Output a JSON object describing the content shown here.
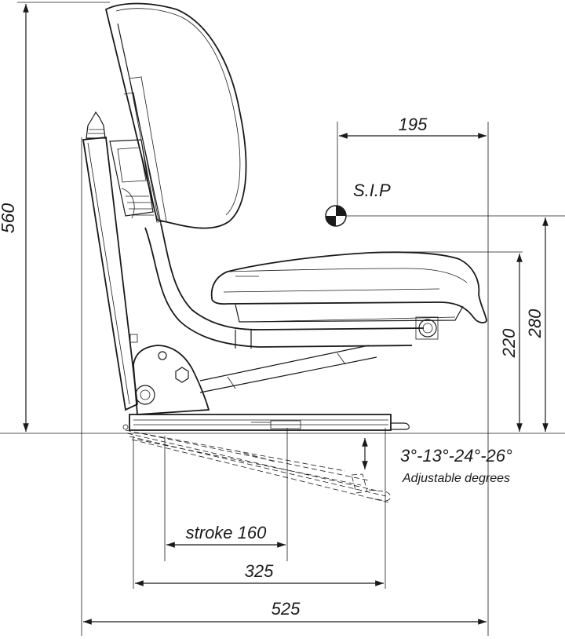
{
  "dimensions": {
    "total_height": "560",
    "sip_offset": "195",
    "sip_label": "S.I.P",
    "sip_height": "280",
    "cushion_height": "220",
    "stroke": "stroke 160",
    "rail_length": "325",
    "total_length": "525"
  },
  "tilt": {
    "degrees": "3°-13°-24°-26°",
    "caption": "Adjustable degrees"
  },
  "colors": {
    "line": "#1a1a1a",
    "background": "#ffffff"
  }
}
